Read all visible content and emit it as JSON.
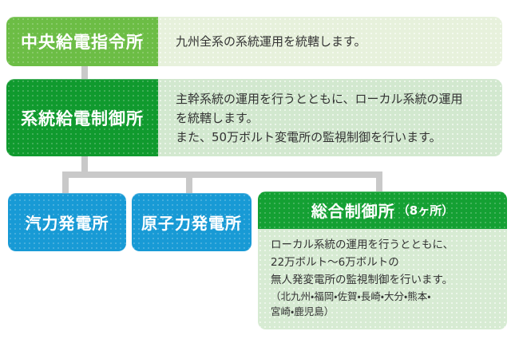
{
  "colors": {
    "level1_box": "#6cbd45",
    "level1_desc_bg": "#e7f1dc",
    "level2_box": "#109a2e",
    "level2_desc_bg": "#d2e8cf",
    "plant_box": "#189ad5",
    "general_control_header": "#14a033",
    "general_control_body_bg": "#d7ebd3",
    "connector": "#c9c9c9",
    "body_text": "#333333",
    "title_text": "#ffffff"
  },
  "chart": {
    "level1": {
      "title": "中央給電指令所",
      "description": "九州全系の系統運用を統轄します。"
    },
    "level2": {
      "title": "系統給電制御所",
      "description_lines": [
        "主幹系統の運用を行うとともに、ローカル系統の運用",
        "を統轄します。",
        "また、50万ボルト変電所の監視制御を行います。"
      ]
    },
    "level3": {
      "thermal": {
        "title": "汽力発電所"
      },
      "nuclear": {
        "title": "原子力発電所"
      },
      "general_control": {
        "title": "総合制御所",
        "count_suffix": "（8ヶ所）",
        "description_lines": [
          "ローカル系統の運用を行うとともに、",
          "22万ボルト～6万ボルトの",
          "無人発変電所の監視制御を行います。"
        ],
        "locations_lines": [
          "（北九州・福岡・佐賀・長崎・大分・熊本・",
          "宮崎・鹿児島）"
        ]
      }
    }
  }
}
